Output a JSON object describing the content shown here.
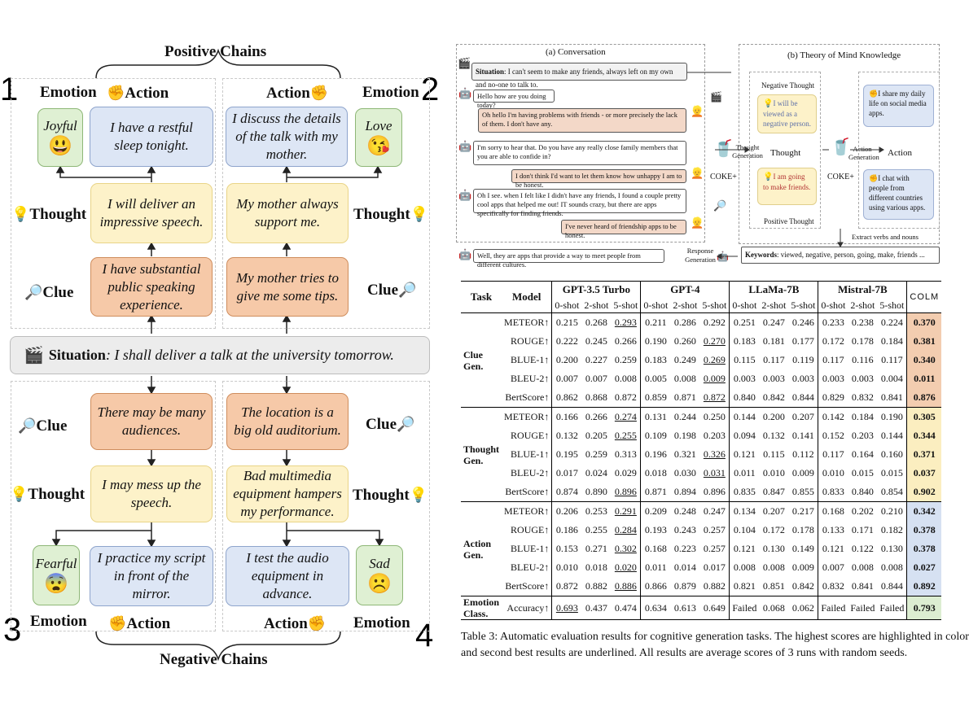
{
  "left": {
    "positive_chains": "Positive Chains",
    "negative_chains": "Negative Chains",
    "situation": {
      "label": "Situation",
      "text": ": I shall deliver a talk at the university tomorrow."
    },
    "labels": {
      "emotion": "Emotion",
      "action": "Action",
      "thought": "Thought",
      "clue": "Clue"
    },
    "numbers": [
      "1",
      "2",
      "3",
      "4"
    ],
    "q1": {
      "emotion": "Joyful",
      "action": "I have a restful sleep tonight.",
      "thought": "I will deliver an impressive speech.",
      "clue": "I have substantial public speaking experience."
    },
    "q2": {
      "emotion": "Love",
      "action": "I discuss the details of the talk with my mother.",
      "thought": "My mother always support me.",
      "clue": "My mother tries to give me some tips."
    },
    "q3": {
      "emotion": "Fearful",
      "action": "I practice my script in front of the mirror.",
      "thought": "I may mess up the speech.",
      "clue": "There may be many audiences."
    },
    "q4": {
      "emotion": "Sad",
      "action": "I test the audio equipment in advance.",
      "thought": "Bad multimedia equipment hampers my performance.",
      "clue": "The location is a big old auditorium."
    }
  },
  "conversation": {
    "title": "(a)  Conversation",
    "situation_label": "Situation",
    "situation_text": ": I can't seem to make any friends, always left on my own and no-one to talk to.",
    "messages": [
      {
        "role": "bot",
        "text": "Hello how are you doing today?"
      },
      {
        "role": "user",
        "text": "Oh hello I'm having problems with friends - or more precisely the lack of them. I don't have any."
      },
      {
        "role": "bot",
        "text": "I'm sorry to hear that. Do you have any really close family members that you are able to confide in?"
      },
      {
        "role": "user",
        "text": "I don't think I'd want to let them know how unhappy I am to be honest."
      },
      {
        "role": "bot",
        "text": "Oh I see. when I felt like I didn't have any friends, I found a couple pretty cool apps that helped me out! IT sounds crazy, but there are apps specifically for finding friends."
      },
      {
        "role": "user",
        "text": "I've never heard of friendship apps to be honest."
      },
      {
        "role": "bot",
        "text": "Well, they are apps that provide a way to meet people from different cultures."
      }
    ],
    "response_generation": "Response Generation",
    "keywords_label": "Keywords",
    "keywords_text": ": viewed, negative, person, going, make, friends ..."
  },
  "tom": {
    "title": "(b) Theory of Mind Knowledge",
    "negative_thought_label": "Negative Thought",
    "negative_thought": "I will be viewed as a negative person.",
    "positive_thought_label": "Positive Thought",
    "positive_thought": "I am going to make friends.",
    "thought": "Thought",
    "action": "Action",
    "thought_generation": "Thought Generation",
    "action_generation": "Action Generation",
    "coke": "COKE+",
    "action1": "I share my daily life on social media apps.",
    "action2": "I chat with people from different countries using various apps.",
    "extract": "Extract verbs and nouns"
  },
  "table": {
    "headers": {
      "task": "Task",
      "model": "Model",
      "groups": [
        "GPT-3.5 Turbo",
        "GPT-4",
        "LLaMa-7B",
        "Mistral-7B"
      ],
      "colm": "COLM",
      "shots": [
        "0-shot",
        "2-shot",
        "5-shot"
      ]
    },
    "sections": [
      {
        "task": "Clue Gen.",
        "color": "#f3cdb0",
        "rows": [
          {
            "metric": "METEOR↑",
            "vals": [
              "0.215",
              "0.268",
              "0.293",
              "0.211",
              "0.286",
              "0.292",
              "0.251",
              "0.247",
              "0.246",
              "0.233",
              "0.238",
              "0.224"
            ],
            "u": [
              2
            ],
            "colm": "0.370"
          },
          {
            "metric": "ROUGE↑",
            "vals": [
              "0.222",
              "0.245",
              "0.266",
              "0.190",
              "0.260",
              "0.270",
              "0.183",
              "0.181",
              "0.177",
              "0.172",
              "0.178",
              "0.184"
            ],
            "u": [
              5
            ],
            "colm": "0.381"
          },
          {
            "metric": "BLUE-1↑",
            "vals": [
              "0.200",
              "0.227",
              "0.259",
              "0.183",
              "0.249",
              "0.269",
              "0.115",
              "0.117",
              "0.119",
              "0.117",
              "0.116",
              "0.117"
            ],
            "u": [
              5
            ],
            "colm": "0.340"
          },
          {
            "metric": "BLEU-2↑",
            "vals": [
              "0.007",
              "0.007",
              "0.008",
              "0.005",
              "0.008",
              "0.009",
              "0.003",
              "0.003",
              "0.003",
              "0.003",
              "0.003",
              "0.004"
            ],
            "u": [
              5
            ],
            "colm": "0.011"
          },
          {
            "metric": "BertScore↑",
            "vals": [
              "0.862",
              "0.868",
              "0.872",
              "0.859",
              "0.871",
              "0.872",
              "0.840",
              "0.842",
              "0.844",
              "0.829",
              "0.832",
              "0.841"
            ],
            "u": [
              5
            ],
            "colm": "0.876"
          }
        ]
      },
      {
        "task": "Thought Gen.",
        "color": "#fbeec0",
        "rows": [
          {
            "metric": "METEOR↑",
            "vals": [
              "0.166",
              "0.266",
              "0.274",
              "0.131",
              "0.244",
              "0.250",
              "0.144",
              "0.200",
              "0.207",
              "0.142",
              "0.184",
              "0.190"
            ],
            "u": [
              2
            ],
            "colm": "0.305"
          },
          {
            "metric": "ROUGE↑",
            "vals": [
              "0.132",
              "0.205",
              "0.255",
              "0.109",
              "0.198",
              "0.203",
              "0.094",
              "0.132",
              "0.141",
              "0.152",
              "0.203",
              "0.144"
            ],
            "u": [
              2
            ],
            "colm": "0.344"
          },
          {
            "metric": "BLUE-1↑",
            "vals": [
              "0.195",
              "0.259",
              "0.313",
              "0.196",
              "0.321",
              "0.326",
              "0.121",
              "0.115",
              "0.112",
              "0.117",
              "0.164",
              "0.160"
            ],
            "u": [
              5
            ],
            "colm": "0.371"
          },
          {
            "metric": "BLEU-2↑",
            "vals": [
              "0.017",
              "0.024",
              "0.029",
              "0.018",
              "0.030",
              "0.031",
              "0.011",
              "0.010",
              "0.009",
              "0.010",
              "0.015",
              "0.015"
            ],
            "u": [
              5
            ],
            "colm": "0.037"
          },
          {
            "metric": "BertScore↑",
            "vals": [
              "0.874",
              "0.890",
              "0.896",
              "0.871",
              "0.894",
              "0.896",
              "0.835",
              "0.847",
              "0.855",
              "0.833",
              "0.840",
              "0.854"
            ],
            "u": [
              2
            ],
            "colm": "0.902"
          }
        ]
      },
      {
        "task": "Action Gen.",
        "color": "#d6e1f2",
        "rows": [
          {
            "metric": "METEOR↑",
            "vals": [
              "0.206",
              "0.253",
              "0.291",
              "0.209",
              "0.248",
              "0.247",
              "0.134",
              "0.207",
              "0.217",
              "0.168",
              "0.202",
              "0.210"
            ],
            "u": [
              2
            ],
            "colm": "0.342"
          },
          {
            "metric": "ROUGE↑",
            "vals": [
              "0.186",
              "0.255",
              "0.284",
              "0.193",
              "0.243",
              "0.257",
              "0.104",
              "0.172",
              "0.178",
              "0.133",
              "0.171",
              "0.182"
            ],
            "u": [
              2
            ],
            "colm": "0.378"
          },
          {
            "metric": "BLUE-1↑",
            "vals": [
              "0.153",
              "0.271",
              "0.302",
              "0.168",
              "0.223",
              "0.257",
              "0.121",
              "0.130",
              "0.149",
              "0.121",
              "0.122",
              "0.130"
            ],
            "u": [
              2
            ],
            "colm": "0.378"
          },
          {
            "metric": "BLEU-2↑",
            "vals": [
              "0.010",
              "0.018",
              "0.020",
              "0.011",
              "0.014",
              "0.017",
              "0.008",
              "0.008",
              "0.009",
              "0.007",
              "0.008",
              "0.008"
            ],
            "u": [
              2
            ],
            "colm": "0.027"
          },
          {
            "metric": "BertScore↑",
            "vals": [
              "0.872",
              "0.882",
              "0.886",
              "0.866",
              "0.879",
              "0.882",
              "0.821",
              "0.851",
              "0.842",
              "0.832",
              "0.841",
              "0.844"
            ],
            "u": [
              2
            ],
            "colm": "0.892"
          }
        ]
      },
      {
        "task": "Emotion Class.",
        "color": "#dcedd1",
        "rows": [
          {
            "metric": "Accuracy↑",
            "vals": [
              "0.693",
              "0.437",
              "0.474",
              "0.634",
              "0.613",
              "0.649",
              "Failed",
              "0.068",
              "0.062",
              "Failed",
              "Failed",
              "Failed"
            ],
            "u": [
              0
            ],
            "colm": "0.793"
          }
        ]
      }
    ],
    "caption_line1": "Table 3: Automatic evaluation results for cognitive generation tasks. The highest scores are highlighted in color",
    "caption_line2": "and second best results are underlined. All results are average scores of 3 runs with random seeds."
  },
  "colors": {
    "action": "#dde6f5",
    "thought": "#fdf2c9",
    "clue": "#f6c9a8",
    "emotion": "#dff0d3"
  }
}
